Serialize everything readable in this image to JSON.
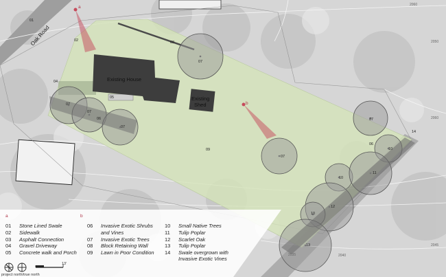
{
  "road": {
    "name": "Oak Road"
  },
  "buildings": {
    "house": "Existing House",
    "shed_line1": "Existing",
    "shed_line2": "Shed"
  },
  "viewpoints": {
    "a": "a",
    "b": "b"
  },
  "map_labels": {
    "l01": "01",
    "l02": "02",
    "l04": "04",
    "l05": "05",
    "l08": "08",
    "l09": "09",
    "l14": "14",
    "t07_top": "07",
    "t07_w1": "07",
    "t07_w2": "07",
    "t06_w": "06",
    "t07_w3": "07",
    "t07_mid": "07",
    "t07_e": "07",
    "t06_e": "06",
    "t10_a": "10",
    "t10_b": "10",
    "t10_c": "10",
    "t11": "11",
    "t12": "12",
    "t13": "13"
  },
  "contours": {
    "c2060_a": "2060",
    "c2060_b": "2060",
    "c2050": "2050",
    "c2045": "2045",
    "c2040": "2040",
    "c2035": "2035"
  },
  "legend": {
    "marker_a": "a",
    "marker_b": "b",
    "items": [
      {
        "num": "01",
        "label": "Stone Lined Swale"
      },
      {
        "num": "02",
        "label": "Sidewalk"
      },
      {
        "num": "03",
        "label": "Asphalt Connection"
      },
      {
        "num": "04",
        "label": "Gravel Driveway"
      },
      {
        "num": "05",
        "label": "Concrete walk and Porch"
      },
      {
        "num": "06",
        "label": "Invasive Exotic Shrubs"
      },
      {
        "num": "",
        "label": "and Vines"
      },
      {
        "num": "07",
        "label": "Invasive Exotic Trees"
      },
      {
        "num": "08",
        "label": "Block Retaining Wall"
      },
      {
        "num": "09",
        "label": "Lawn in Poor Condition"
      },
      {
        "num": "10",
        "label": "Small Native Trees"
      },
      {
        "num": "11",
        "label": "Tulip Poplar"
      },
      {
        "num": "12",
        "label": "Scarlet Oak"
      },
      {
        "num": "13",
        "label": "Tulip Poplar"
      },
      {
        "num": "14",
        "label": "Swale overgrown with"
      },
      {
        "num": "",
        "label": "Invasive Exotic Vines"
      }
    ]
  },
  "scale": {
    "label": "13'"
  },
  "north": {
    "caption": "project north/true north"
  }
}
